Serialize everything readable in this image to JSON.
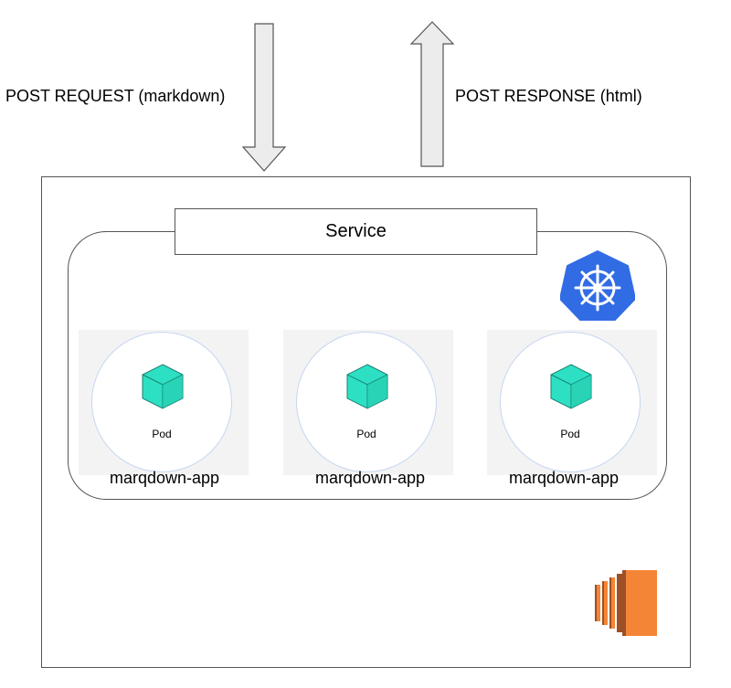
{
  "arrows": {
    "request_label": "POST REQUEST (markdown)",
    "response_label": "POST RESPONSE (html)"
  },
  "service": {
    "label": "Service"
  },
  "pods": [
    {
      "pod_label": "Pod",
      "app_label": "marqdown-app"
    },
    {
      "pod_label": "Pod",
      "app_label": "marqdown-app"
    },
    {
      "pod_label": "Pod",
      "app_label": "marqdown-app"
    }
  ],
  "icons": {
    "kubernetes": "kubernetes-icon",
    "ec2": "aws-ec2-icon",
    "pod": "cube-icon"
  },
  "colors": {
    "kubernetes_blue": "#326ce5",
    "pod_cube": "#2de0c4",
    "ec2_orange": "#f58536",
    "arrow_fill": "#ececec"
  }
}
